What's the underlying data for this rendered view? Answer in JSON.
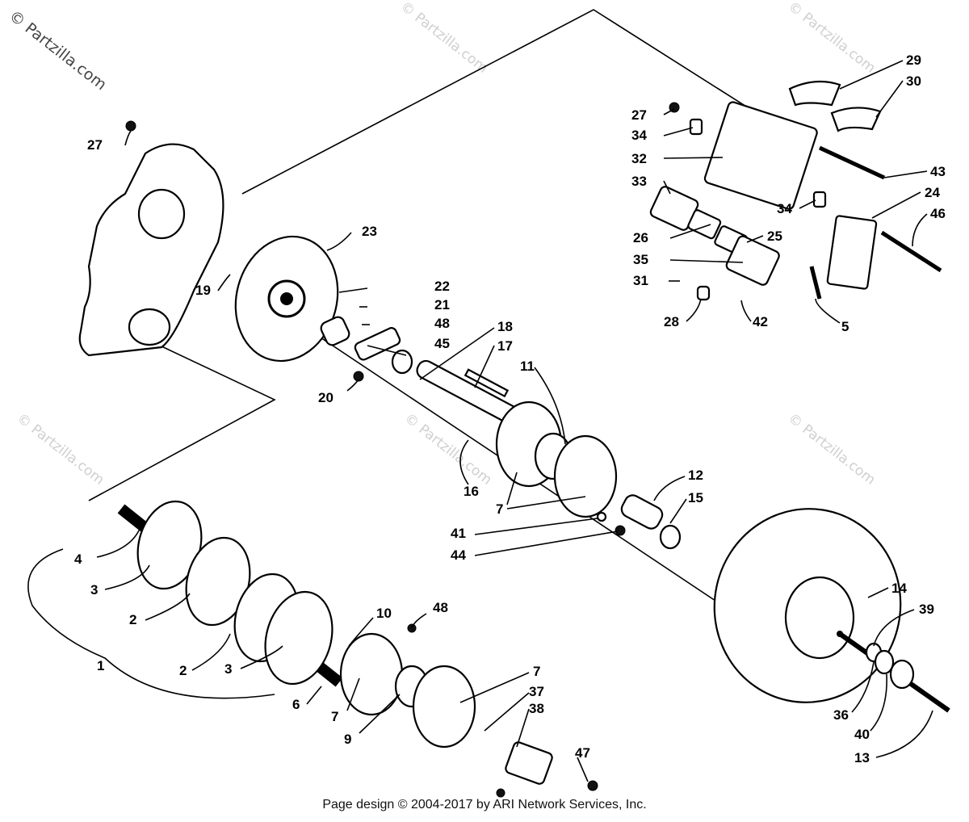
{
  "watermark": "© Partzilla.com",
  "footer": "Page design © 2004-2017 by ARI Network Services, Inc.",
  "callouts": {
    "c1": "1",
    "c2a": "2",
    "c2b": "2",
    "c3a": "3",
    "c3b": "3",
    "c4": "4",
    "c5": "5",
    "c6": "6",
    "c7a": "7",
    "c7b": "7",
    "c7c": "7",
    "c9": "9",
    "c10": "10",
    "c11": "11",
    "c12": "12",
    "c13": "13",
    "c14": "14",
    "c15": "15",
    "c16": "16",
    "c17": "17",
    "c18": "18",
    "c19": "19",
    "c20": "20",
    "c21": "21",
    "c22": "22",
    "c23": "23",
    "c24": "24",
    "c25": "25",
    "c26": "26",
    "c27a": "27",
    "c27b": "27",
    "c28": "28",
    "c29": "29",
    "c30": "30",
    "c31": "31",
    "c32": "32",
    "c33": "33",
    "c34a": "34",
    "c34b": "34",
    "c35": "35",
    "c36": "36",
    "c37": "37",
    "c38": "38",
    "c39": "39",
    "c40": "40",
    "c41": "41",
    "c42": "42",
    "c43": "43",
    "c44": "44",
    "c45": "45",
    "c46": "46",
    "c47": "47",
    "c48a": "48",
    "c48b": "48"
  }
}
